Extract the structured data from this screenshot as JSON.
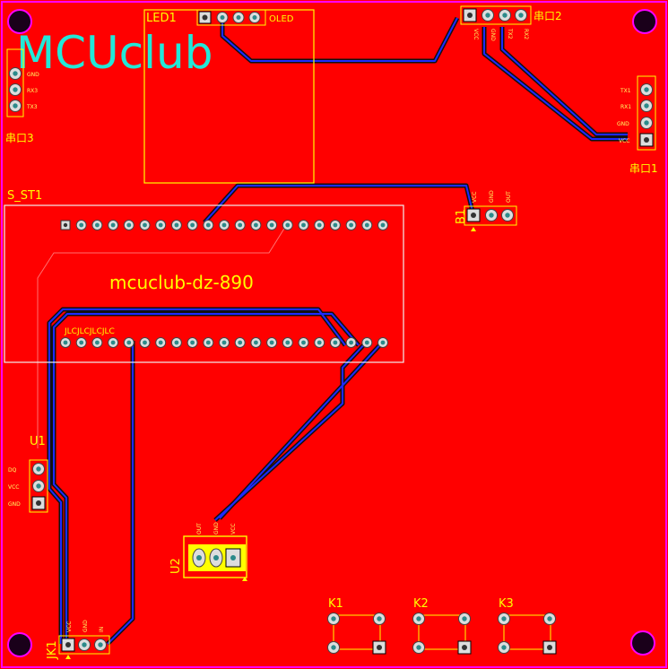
{
  "board": {
    "logo": "MCUclub",
    "model": "mcuclub-dz-890",
    "colors": {
      "copper": "#ff0000",
      "silkscreen": "#ffff00",
      "trace": "#1e2bff",
      "outline": "#ff00ff",
      "logo": "#22e8d8"
    }
  },
  "components": {
    "led1": {
      "ref": "LED1",
      "name": "OLED"
    },
    "uart2": {
      "ref": "串口2",
      "pins": [
        "VCC",
        "GND",
        "TX2",
        "RX2"
      ]
    },
    "uart3": {
      "ref": "串口3",
      "pins": [
        "GND",
        "RX3",
        "TX3"
      ]
    },
    "uart1": {
      "ref": "串口1",
      "pins": [
        "TX1",
        "RX1",
        "GND",
        "VCC"
      ]
    },
    "mcu": {
      "ref": "S_ST1"
    },
    "b1": {
      "ref": "B1",
      "pins": [
        "VCC",
        "GND",
        "OUT"
      ]
    },
    "u1": {
      "ref": "U1",
      "pins": [
        "DQ",
        "VCC",
        "GND"
      ]
    },
    "u2": {
      "ref": "U2",
      "pins": [
        "OUT",
        "GND",
        "VCC"
      ]
    },
    "jk1": {
      "ref": "JK1",
      "pins": [
        "VCC",
        "GND",
        "IN"
      ]
    },
    "keys": [
      "K1",
      "K2",
      "K3"
    ]
  }
}
